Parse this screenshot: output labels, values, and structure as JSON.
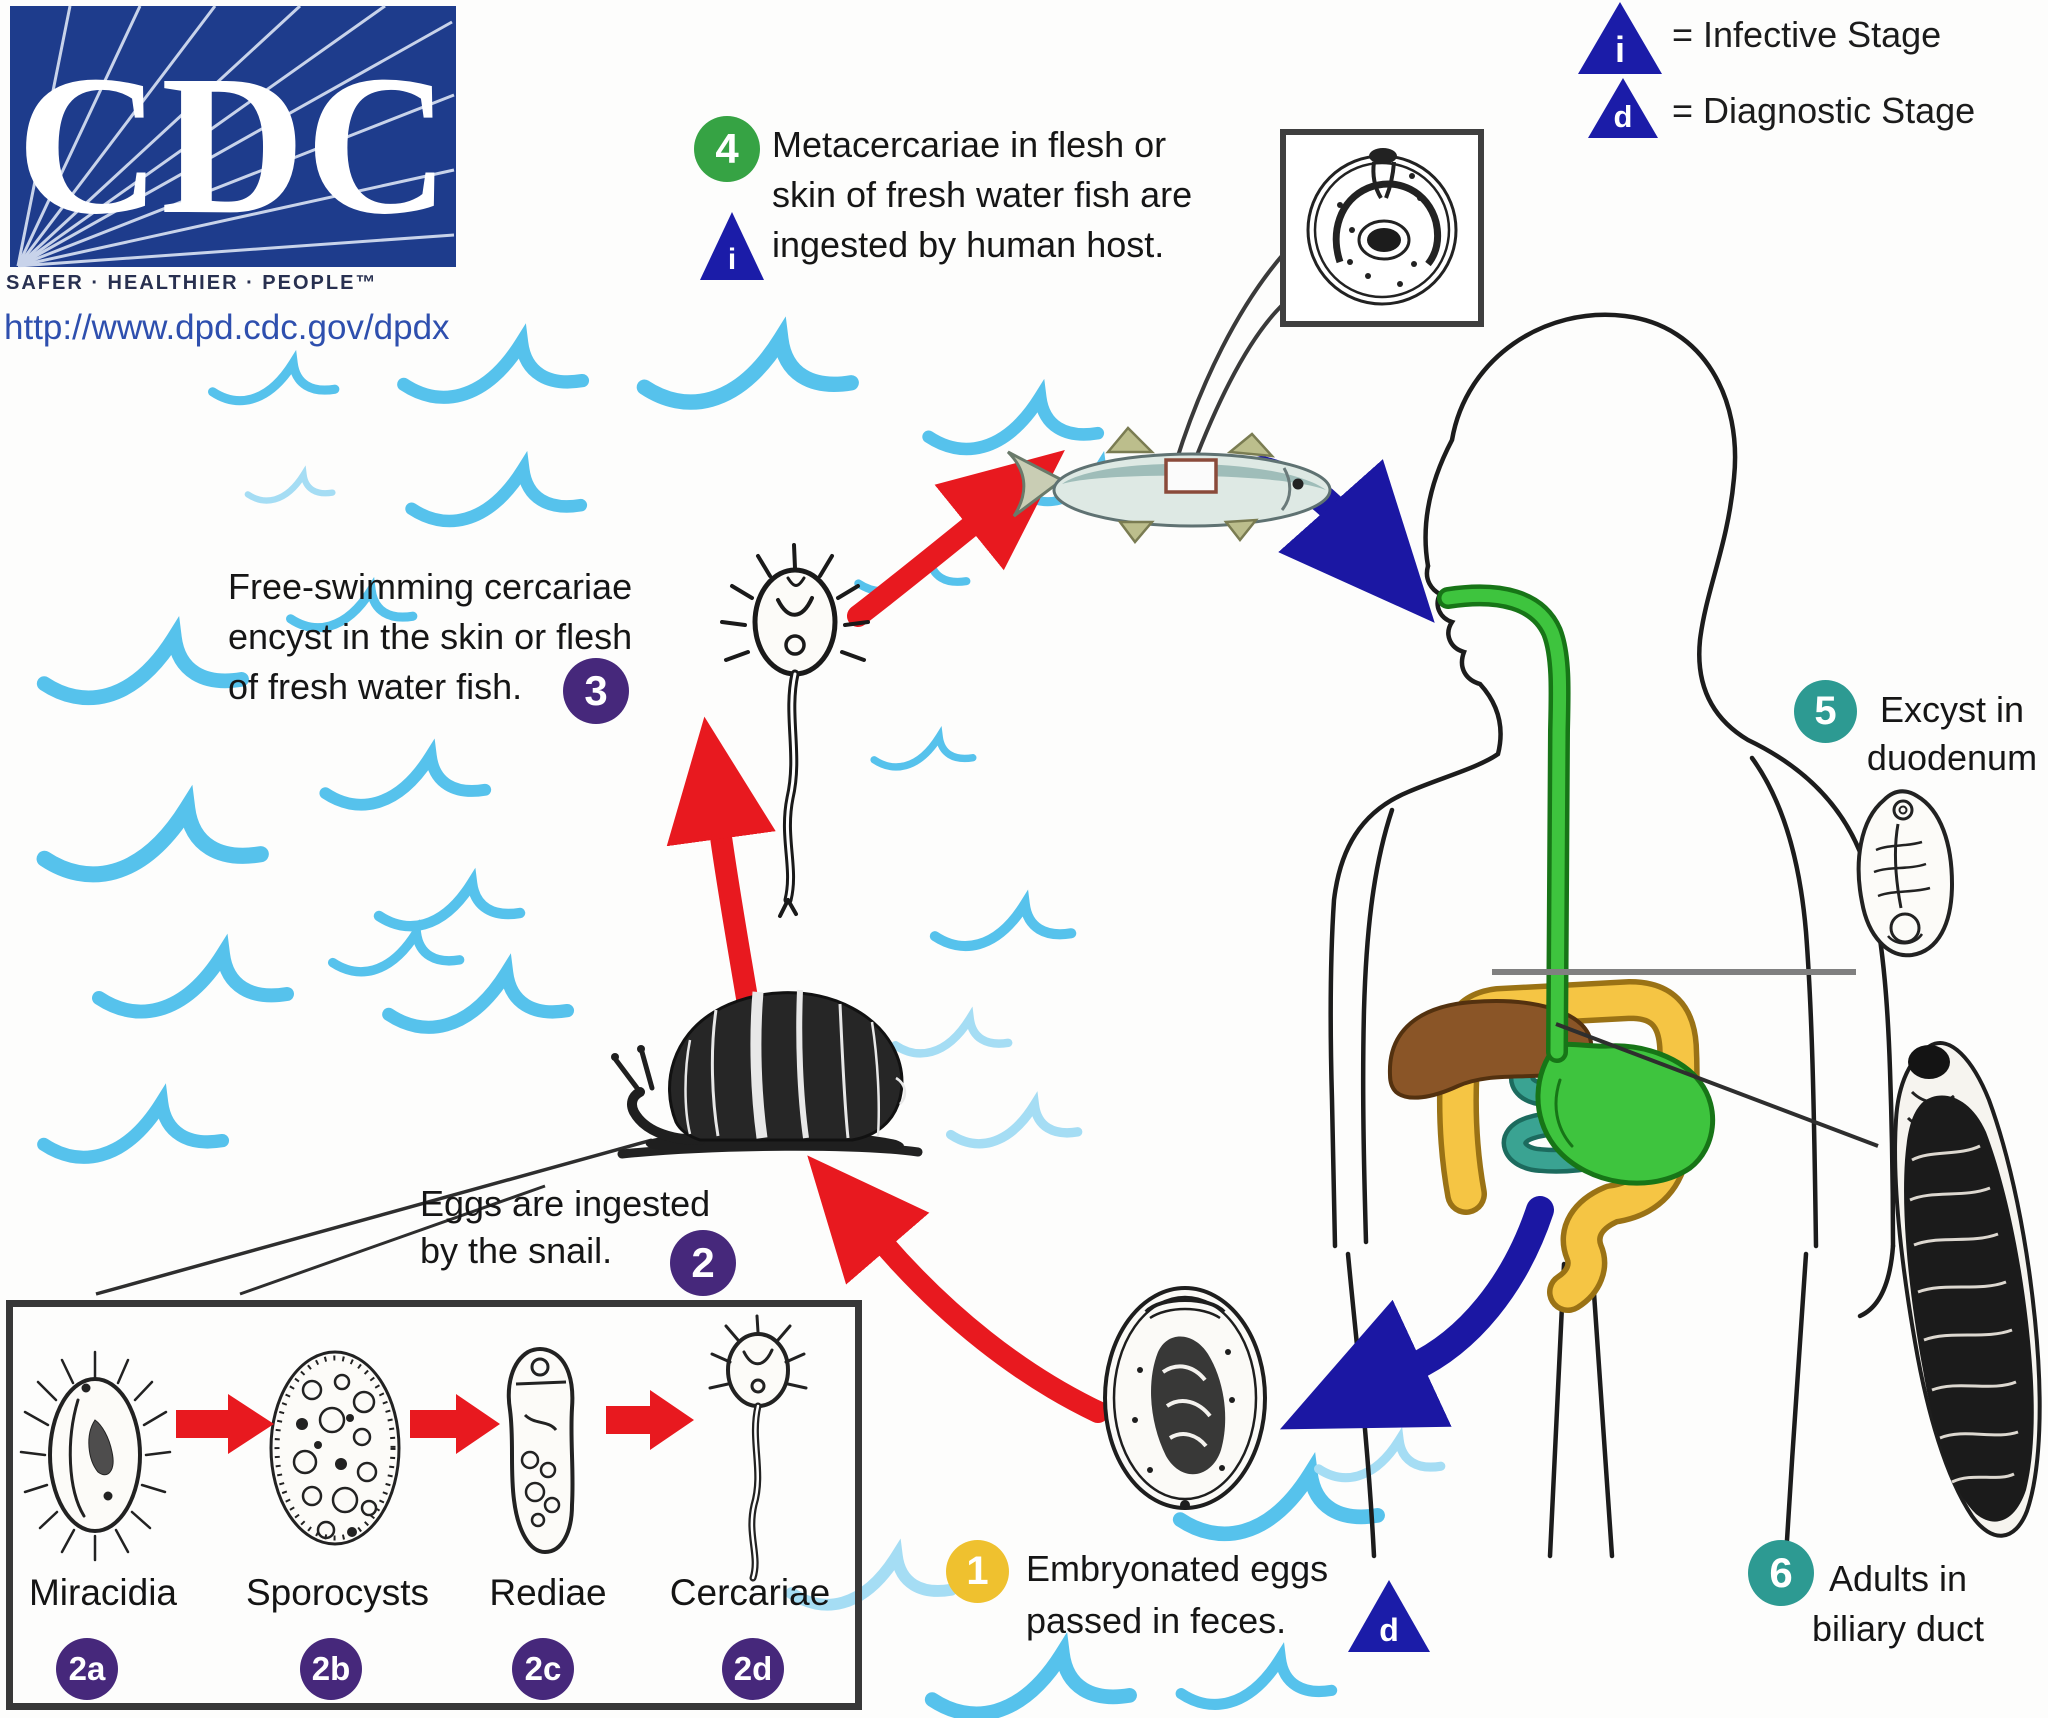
{
  "branding": {
    "logo": "CDC",
    "tagline": "SAFER · HEALTHIER · PEOPLE™",
    "url": "http://www.dpd.cdc.gov/dpdx"
  },
  "legend": {
    "infective_symbol": "i",
    "infective_label": "= Infective Stage",
    "diagnostic_symbol": "d",
    "diagnostic_label": "= Diagnostic Stage"
  },
  "steps": {
    "s1": {
      "num": "1",
      "text": "Embryonated eggs\npassed in feces.",
      "marker": "d"
    },
    "s2": {
      "num": "2",
      "text": "Eggs are ingested\nby the snail."
    },
    "s3": {
      "num": "3",
      "text": "Free-swimming cercariae\nencyst in the skin or flesh\nof fresh water fish."
    },
    "s4": {
      "num": "4",
      "text": "Metacercariae in flesh or\nskin of fresh water fish are\ningested by human host.",
      "marker": "i"
    },
    "s5": {
      "num": "5",
      "text": "Excyst in\nduodenum"
    },
    "s6": {
      "num": "6",
      "text": "Adults in\nbiliary duct"
    }
  },
  "snail_stages": {
    "items": [
      {
        "label": "Miracidia",
        "badge": "2a"
      },
      {
        "label": "Sporocysts",
        "badge": "2b"
      },
      {
        "label": "Rediae",
        "badge": "2c"
      },
      {
        "label": "Cercariae",
        "badge": "2d"
      }
    ]
  },
  "colors": {
    "step1": "#EFC12F",
    "step2": "#46287B",
    "step3": "#46287B",
    "step4": "#36A344",
    "step5": "#2D9A92",
    "step6": "#2D9A92",
    "badge": "#46287B",
    "triangle": "#1B1CA8",
    "arrow_red": "#E8191F",
    "arrow_blue": "#1B17A3",
    "wave_blue": "#56C2EC",
    "cdc_blue": "#1E3C8C"
  }
}
